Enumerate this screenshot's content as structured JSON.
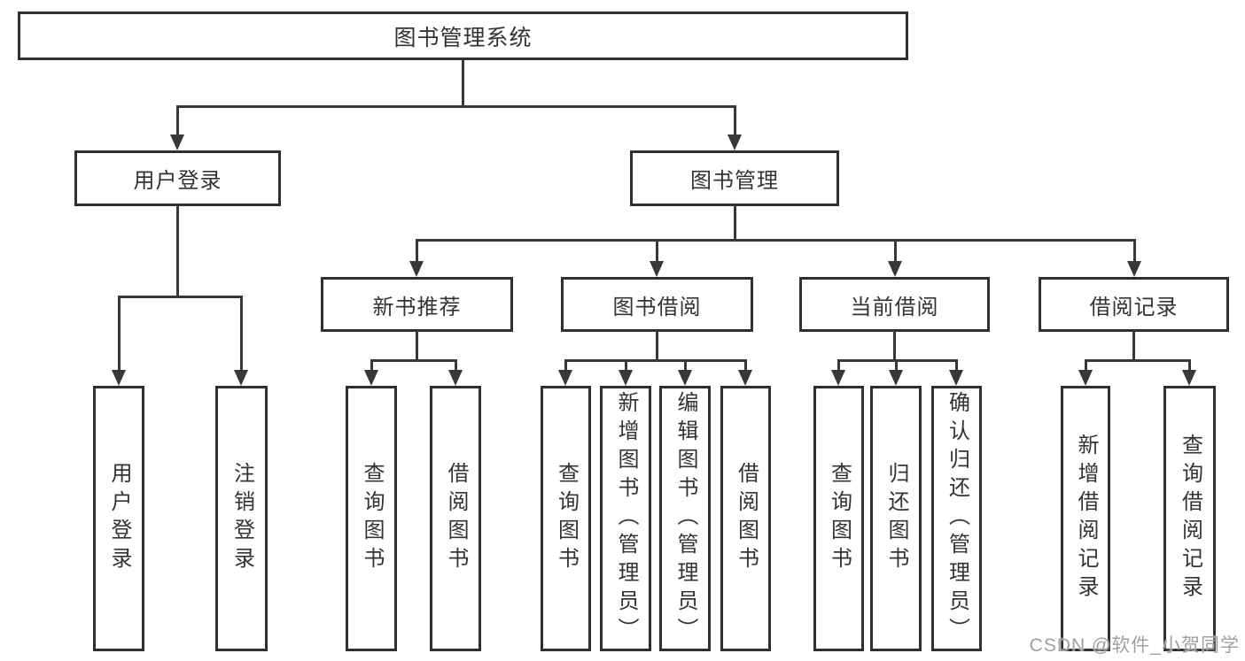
{
  "diagram": {
    "type": "hierarchy-flowchart",
    "colors": {
      "box_border": "#2f2f2f",
      "connector_line": "#383838",
      "text": "#333333",
      "background": "#ffffff",
      "watermark_text": "#a0a0a0"
    }
  },
  "tree": {
    "root": "图书管理系统",
    "children": [
      {
        "label": "用户登录",
        "children": [
          {
            "label": "用户登录"
          },
          {
            "label": "注销登录"
          }
        ]
      },
      {
        "label": "图书管理",
        "children": [
          {
            "label": "新书推荐",
            "children": [
              {
                "label": "查询图书"
              },
              {
                "label": "借阅图书"
              }
            ]
          },
          {
            "label": "图书借阅",
            "children": [
              {
                "label": "查询图书"
              },
              {
                "label": "新增图书（管理员）"
              },
              {
                "label": "编辑图书（管理员）"
              },
              {
                "label": "借阅图书"
              }
            ]
          },
          {
            "label": "当前借阅",
            "children": [
              {
                "label": "查询图书"
              },
              {
                "label": "归还图书"
              },
              {
                "label": "确认归还（管理员）"
              }
            ]
          },
          {
            "label": "借阅记录",
            "children": [
              {
                "label": "新增借阅记录"
              },
              {
                "label": "查询借阅记录"
              }
            ]
          }
        ]
      }
    ]
  },
  "watermark": {
    "text": "CSDN @软件_小贺同学"
  }
}
